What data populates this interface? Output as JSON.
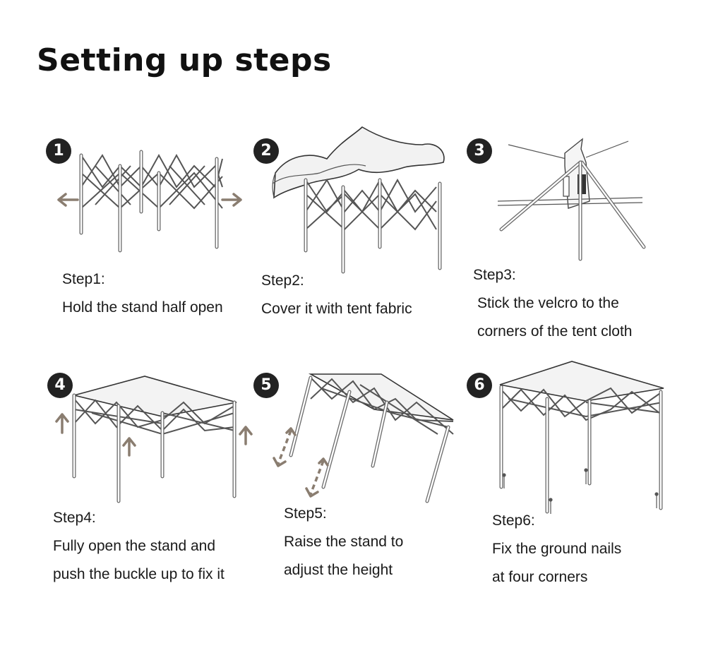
{
  "page": {
    "title": "Setting up steps"
  },
  "steps": [
    {
      "number": "1",
      "label": "Step1:",
      "lines": [
        "Hold the stand half open"
      ]
    },
    {
      "number": "2",
      "label": "Step2:",
      "lines": [
        "Cover  it with tent fabric"
      ]
    },
    {
      "number": "3",
      "label": "Step3:",
      "lines": [
        "Stick the velcro to the",
        "corners of the tent cloth"
      ]
    },
    {
      "number": "4",
      "label": "Step4:",
      "lines": [
        "Fully open the stand and",
        "push the buckle up to fix it"
      ]
    },
    {
      "number": "5",
      "label": "Step5:",
      "lines": [
        "Raise the stand to",
        "adjust the height"
      ]
    },
    {
      "number": "6",
      "label": "Step6:",
      "lines": [
        "Fix the ground nails",
        "at four corners"
      ]
    }
  ],
  "icons": {
    "step1": [
      "left-arrow-icon",
      "right-arrow-icon"
    ],
    "step4": [
      "up-arrow-icon"
    ],
    "step5": [
      "up-down-arrow-icon"
    ]
  },
  "colors": {
    "arrow": "#8a7d70",
    "badge": "#222222",
    "frame": "#555555"
  }
}
